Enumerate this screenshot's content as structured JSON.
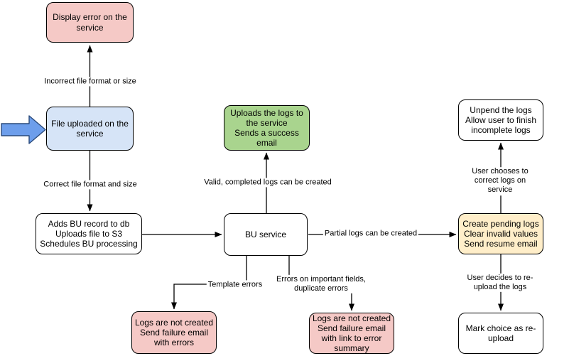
{
  "diagram": {
    "nodes": {
      "display_error": {
        "text": "Display error on the\nservice"
      },
      "file_uploaded": {
        "text": "File uploaded on the\nservice"
      },
      "adds_bu": {
        "text": "Adds BU record to db\nUploads file to S3\nSchedules BU processing"
      },
      "uploads_logs": {
        "text": "Uploads the logs to\nthe service\nSends a success\nemail"
      },
      "bu_service": {
        "text": "BU service"
      },
      "unpend_logs": {
        "text": "Unpend the logs\nAllow user to finish\nincomplete logs"
      },
      "create_pending": {
        "text": "Create pending logs\nClear invalid values\nSend resume email"
      },
      "mark_choice": {
        "text": "Mark choice as re-\nupload"
      },
      "logs_not_created_errors": {
        "text": "Logs are not created\nSend failure email\nwith errors"
      },
      "logs_not_created_summary": {
        "text": "Logs are not created\nSend failure email\nwith link to error\nsummary"
      }
    },
    "edge_labels": {
      "incorrect_format": "Incorrect file format or size",
      "correct_format": "Correct file format and size",
      "valid_completed": "Valid, completed logs can be created",
      "partial_logs": "Partial logs can be created",
      "template_errors": "Template errors",
      "errors_important": "Errors on important fields,\nduplicate errors",
      "user_chooses": "User chooses to correct logs on service",
      "user_decides": "User decides to re-upload the logs"
    },
    "colors": {
      "node-pink": "#f5c9c6",
      "node-blue": "#d6e4f7",
      "node-green": "#a9d48e",
      "node-yellow": "#ffeec9",
      "node-white": "#ffffff",
      "border": "#000000",
      "line": "#000000",
      "block-arrow-fill": "#6d9eeb",
      "block-arrow-stroke": "#2a4a7a"
    }
  }
}
